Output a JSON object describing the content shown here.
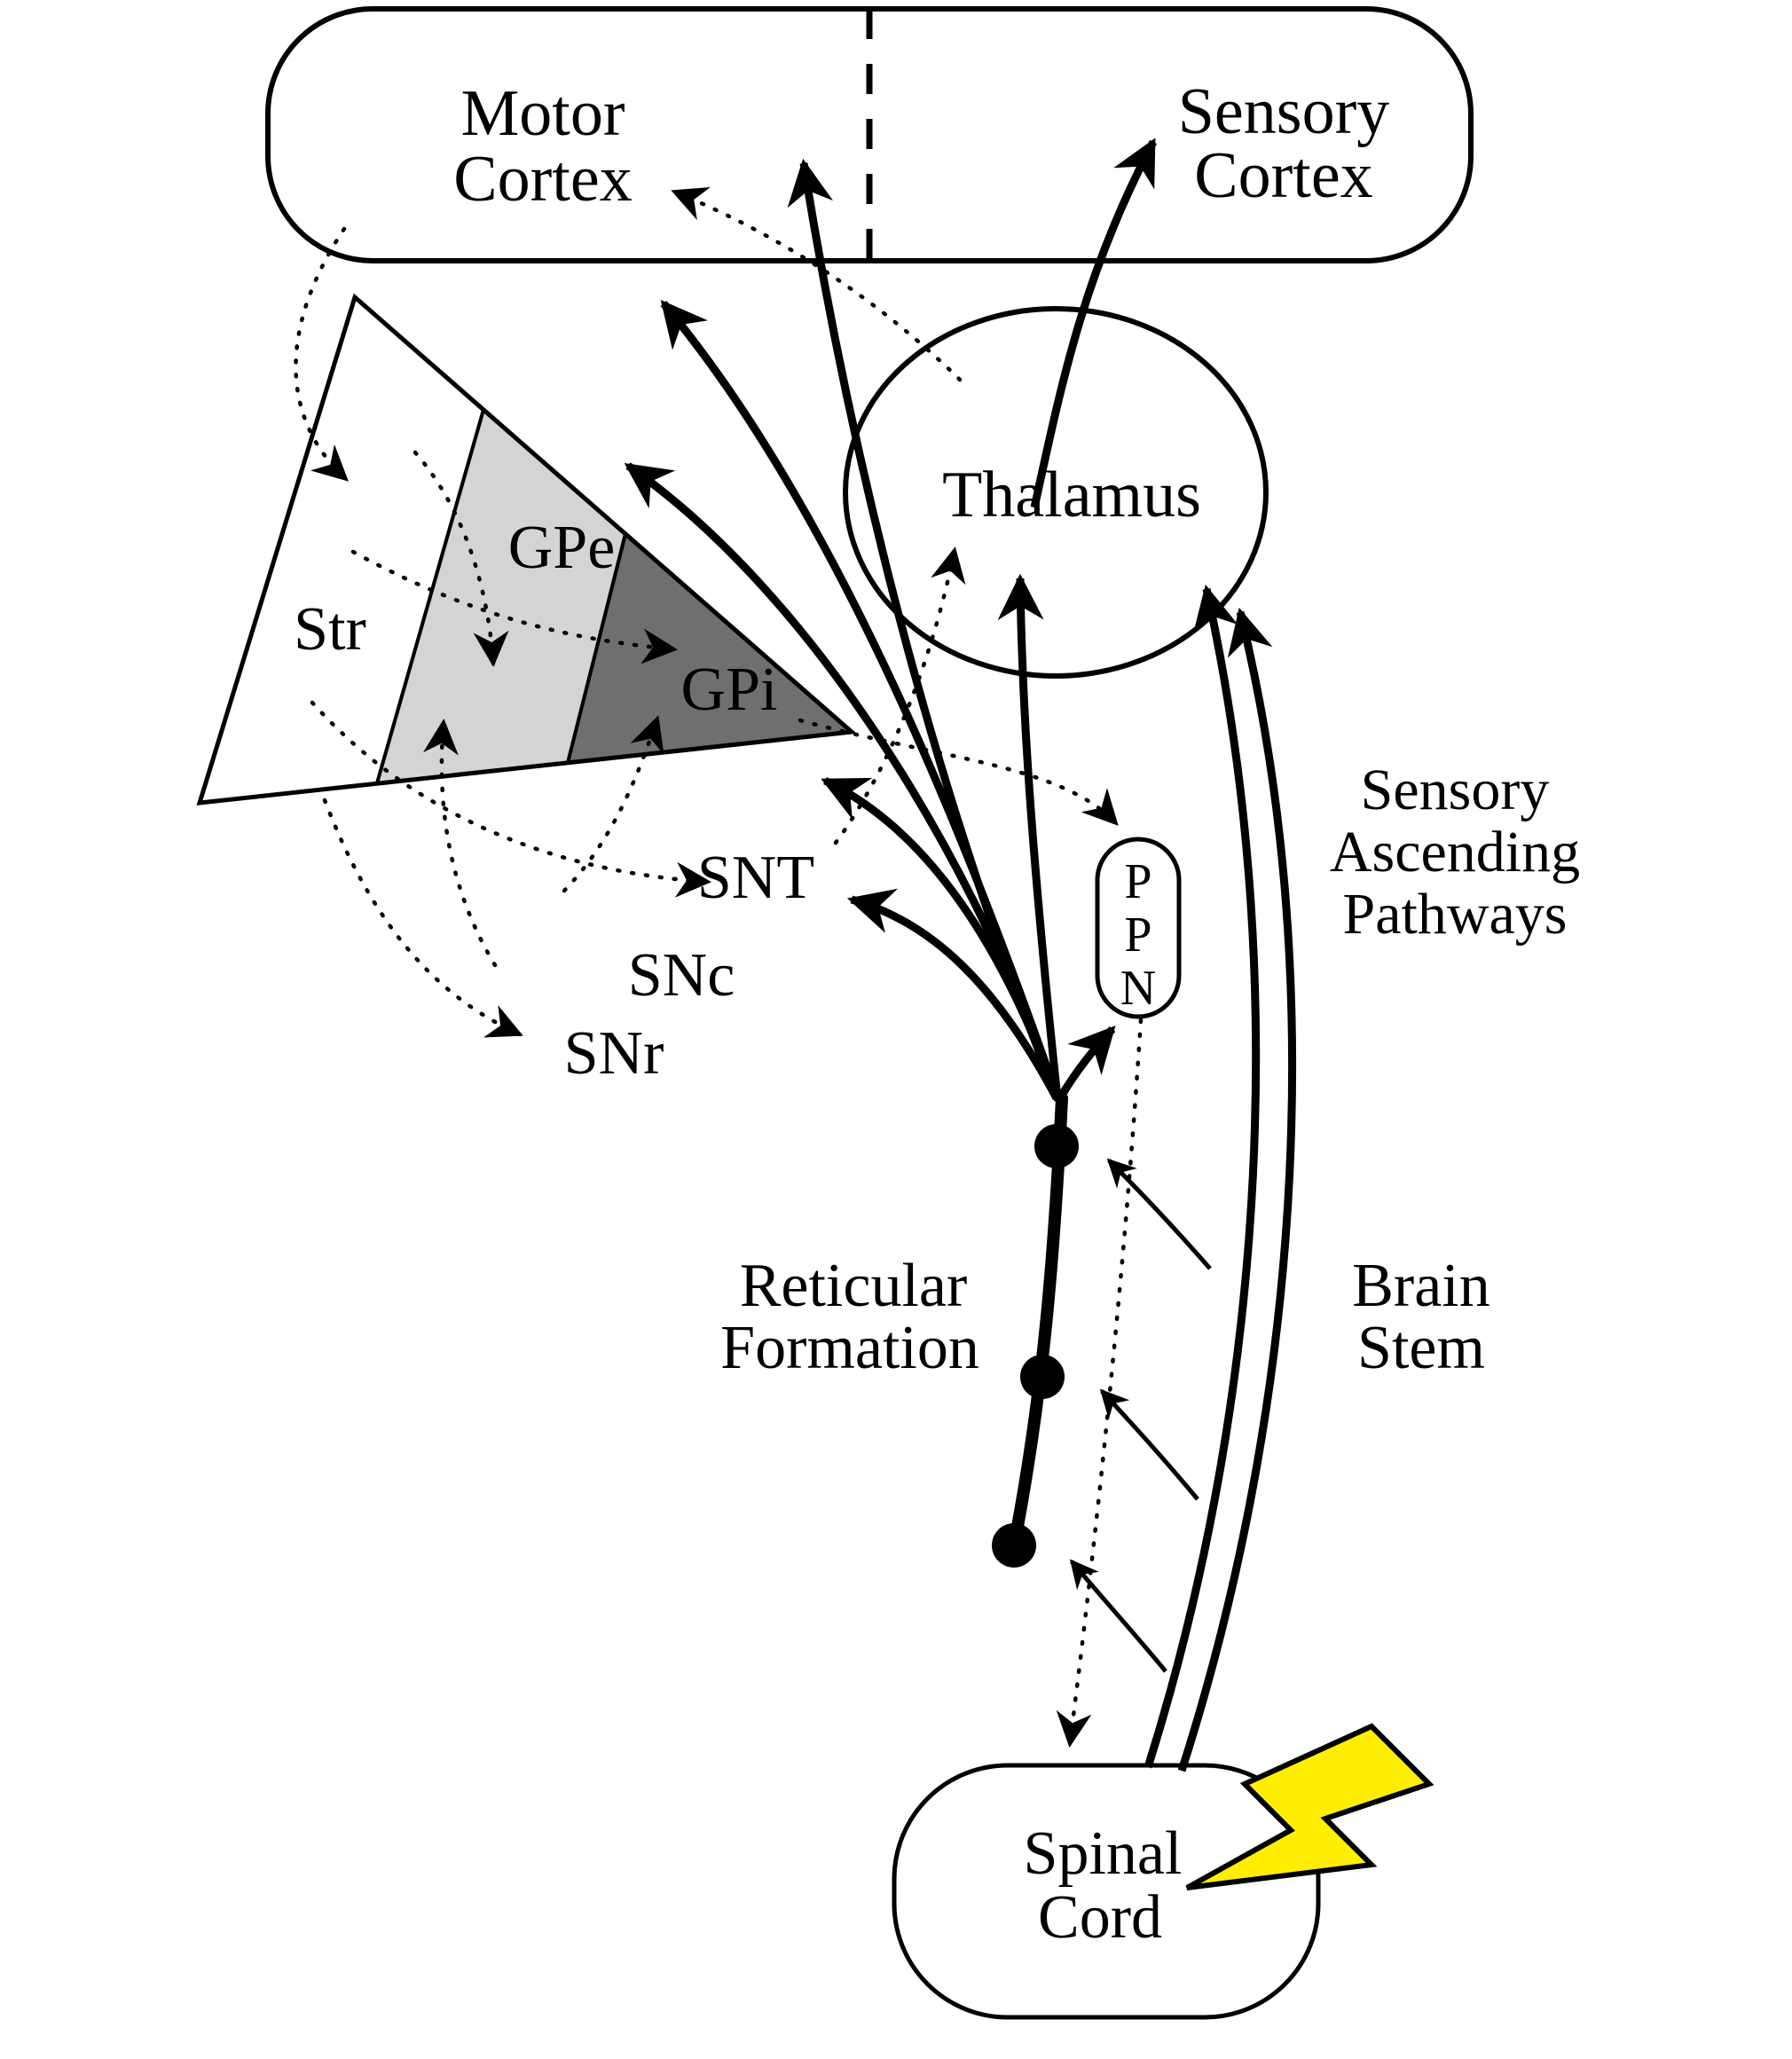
{
  "diagram": {
    "type": "brain-motor-sensory-pathway-diagram",
    "regions": {
      "motor_cortex": {
        "lines": [
          "Motor",
          "Cortex"
        ]
      },
      "sensory_cortex": {
        "lines": [
          "Sensory",
          "Cortex"
        ]
      },
      "thalamus": {
        "label": "Thalamus"
      },
      "striatum": {
        "label": "Str"
      },
      "gpe": {
        "label": "GPe"
      },
      "gpi": {
        "label": "GPi"
      },
      "snt": {
        "label": "SNT"
      },
      "snc": {
        "label": "SNc"
      },
      "snr": {
        "label": "SNr"
      },
      "ppn": {
        "letters": [
          "P",
          "P",
          "N"
        ]
      },
      "reticular_formation": {
        "lines": [
          "Reticular",
          "Formation"
        ]
      },
      "sensory_ascending_pathways": {
        "lines": [
          "Sensory",
          "Ascending",
          "Pathways"
        ]
      },
      "brain_stem": {
        "lines": [
          "Brain",
          "Stem"
        ]
      },
      "spinal_cord": {
        "lines": [
          "Spinal",
          "Cord"
        ]
      }
    },
    "colors": {
      "background": "#ffffff",
      "stroke": "#000000",
      "striatum_fill": "#ffffff",
      "gpe_fill": "#d4d4d4",
      "gpi_fill": "#6f6f6f",
      "gpi_text": "#ffffff",
      "lightning_fill": "#ffee00"
    }
  }
}
